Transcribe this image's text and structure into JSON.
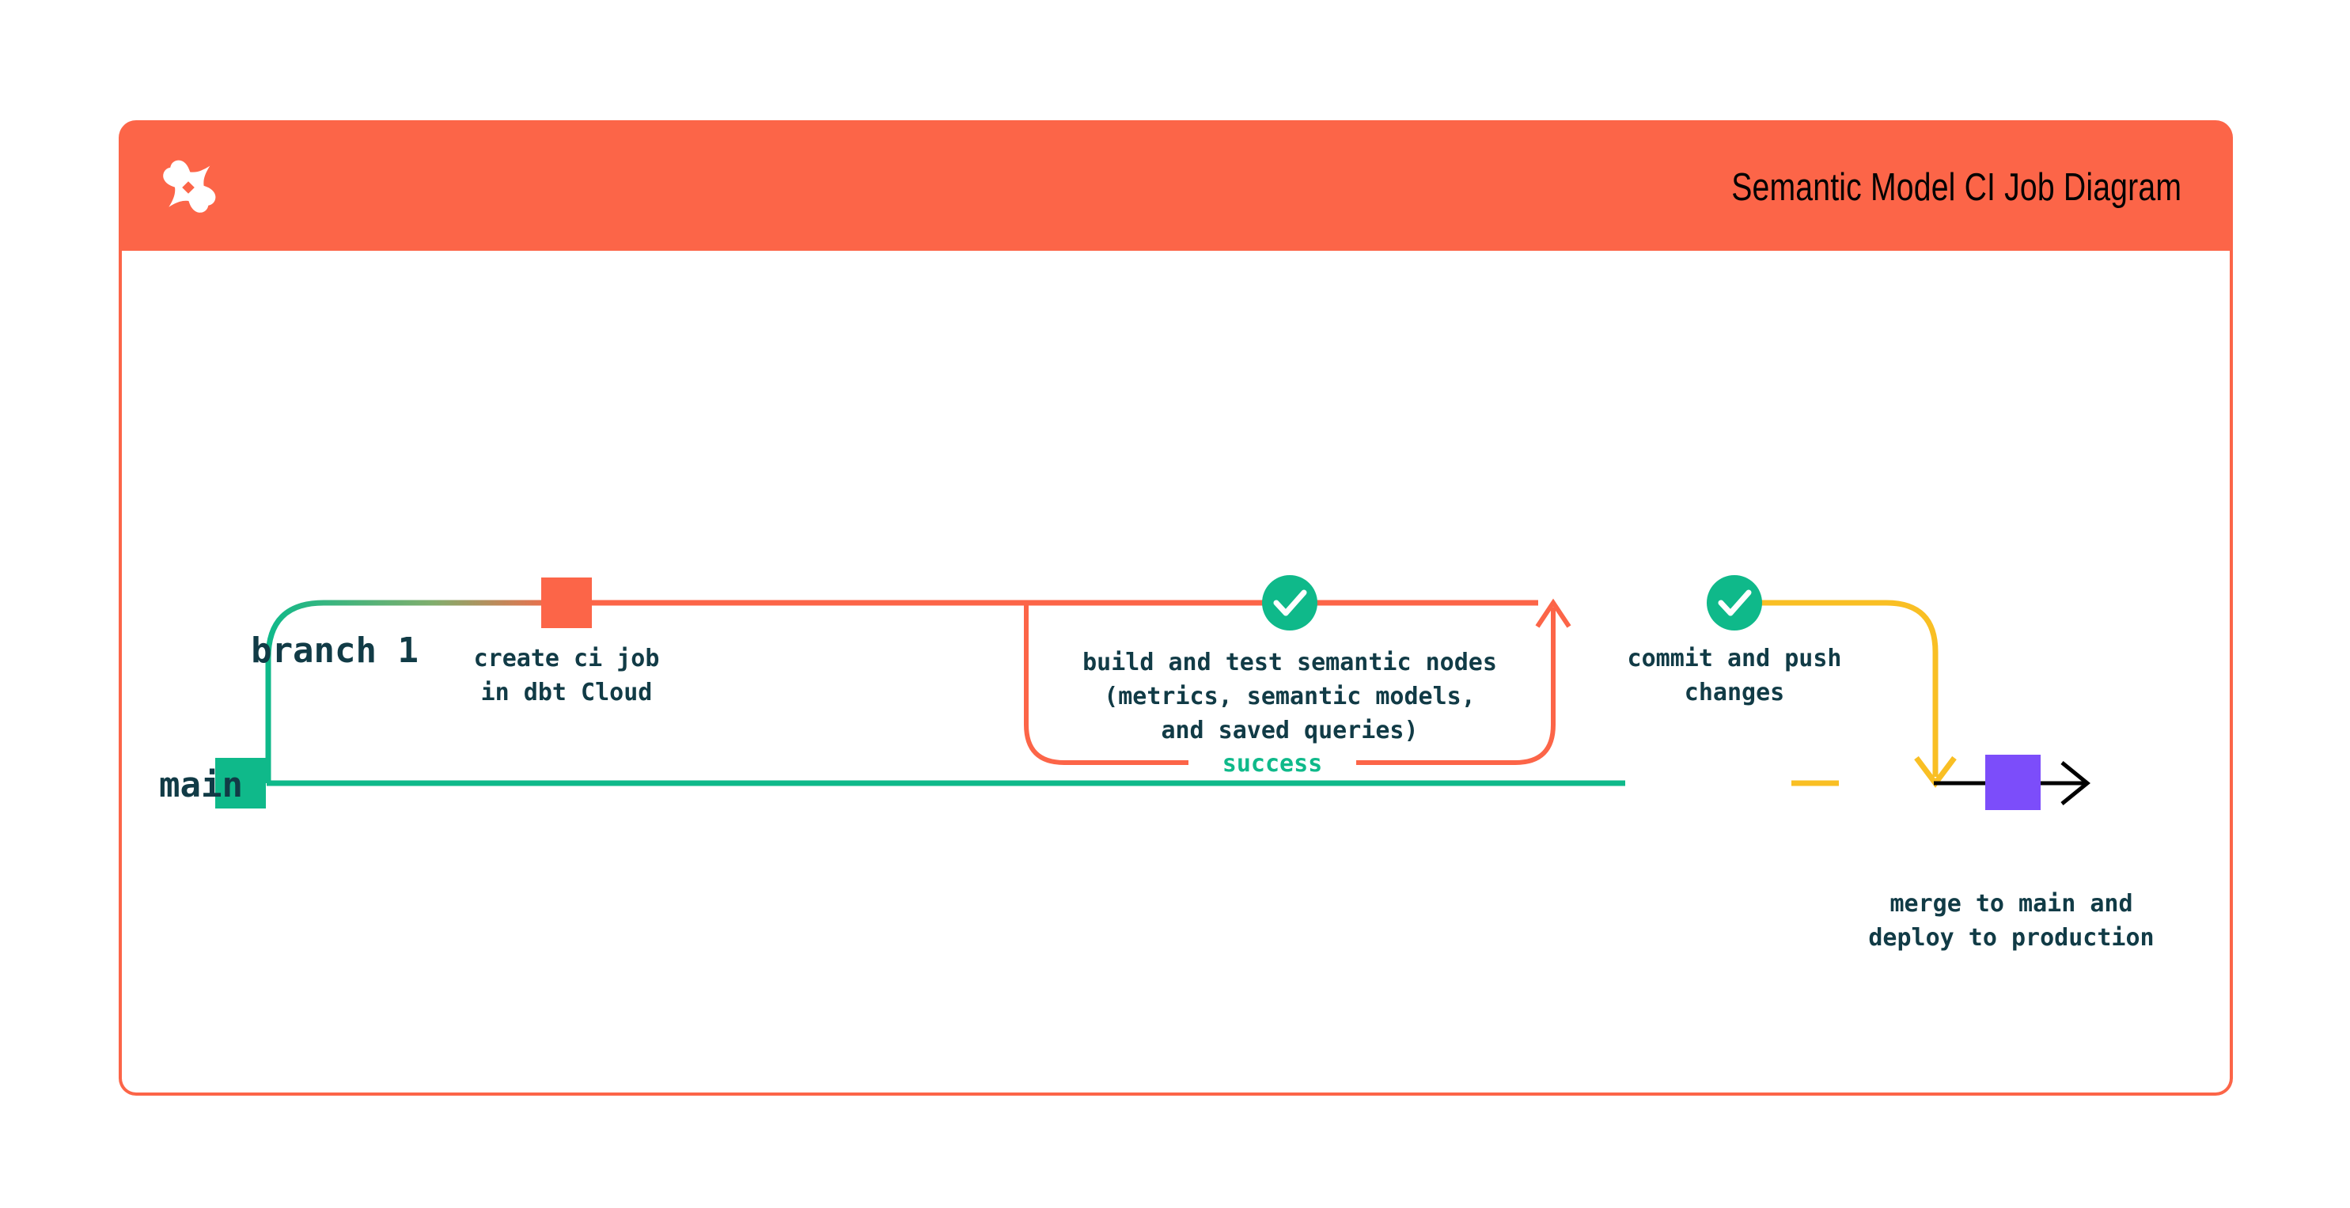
{
  "card": {
    "title": "Semantic Model CI Job Diagram",
    "logo_icon": "dbt-logo-icon",
    "header_color": "#fc6548",
    "border_color": "#fc6548"
  },
  "diagram": {
    "type": "git-branch-flow",
    "lanes": [
      {
        "id": "branch-1",
        "label": "branch 1",
        "color": "#fc6548"
      },
      {
        "id": "main",
        "label": "main",
        "color": "#0fb98a"
      }
    ],
    "nodes": [
      {
        "id": "create-ci-job",
        "lane": "branch-1",
        "marker": "square",
        "marker_color": "#fc6548",
        "label_line_1": "create ci job",
        "label_line_2": "in dbt Cloud"
      },
      {
        "id": "build-and-test",
        "lane": "branch-1",
        "marker": "check-circle",
        "marker_color": "#0fb98a",
        "label_line_1": "build and test semantic nodes",
        "label_line_2": "(metrics, semantic models,",
        "label_line_3": "and saved queries)",
        "loop_label": "success",
        "loop_label_color": "#0fb98a",
        "loop_color": "#fc6548"
      },
      {
        "id": "commit-and-push",
        "lane": "branch-1",
        "marker": "check-circle",
        "marker_color": "#0fb98a",
        "label_line_1": "commit and push",
        "label_line_2": "changes"
      },
      {
        "id": "merge-to-main",
        "lane": "main",
        "marker": "square",
        "marker_color": "#7c4dfa",
        "label_line_1": "merge to main and",
        "label_line_2": "deploy to production"
      }
    ],
    "edges": [
      {
        "id": "branch-out",
        "from": "main",
        "to": "branch-1",
        "color_start": "#0fb98a",
        "color_end": "#fc6548"
      },
      {
        "id": "merge-back",
        "from": "branch-1",
        "to": "main",
        "color": "#f9bf24",
        "arrow": "down"
      },
      {
        "id": "main-continues",
        "from": "merge-to-main",
        "to": "future",
        "color": "#000000",
        "arrow": "right"
      }
    ],
    "colors": {
      "green": "#0fb98a",
      "orange": "#fc6548",
      "yellow": "#f9bf24",
      "purple": "#7c4dfa",
      "navy": "#113b46",
      "black": "#000000"
    }
  }
}
